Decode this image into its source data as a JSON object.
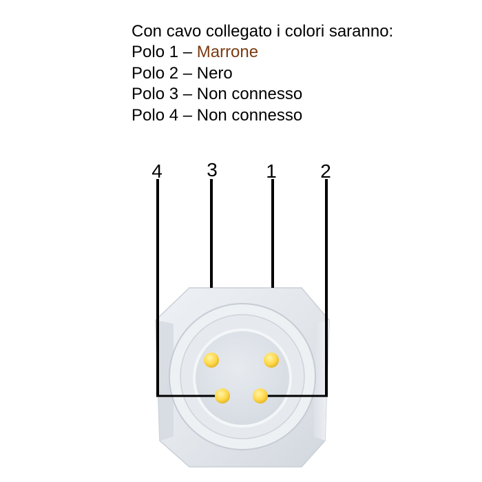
{
  "legend": {
    "intro": "Con cavo collegato i colori saranno:",
    "poles": [
      {
        "prefix": "Polo 1 – ",
        "value": "Marrone"
      },
      {
        "prefix": "Polo 2 – ",
        "value": "Nero"
      },
      {
        "prefix": "Polo 3 – ",
        "value": "Non connesso"
      },
      {
        "prefix": "Polo 4 – ",
        "value": "Non connesso"
      }
    ]
  },
  "pins": {
    "labels": [
      "4",
      "3",
      "1",
      "2"
    ]
  },
  "colors": {
    "highlight": "#7b3c12",
    "wire": "#000000",
    "pin": "#ffd84a",
    "body": "#e6eaef"
  }
}
